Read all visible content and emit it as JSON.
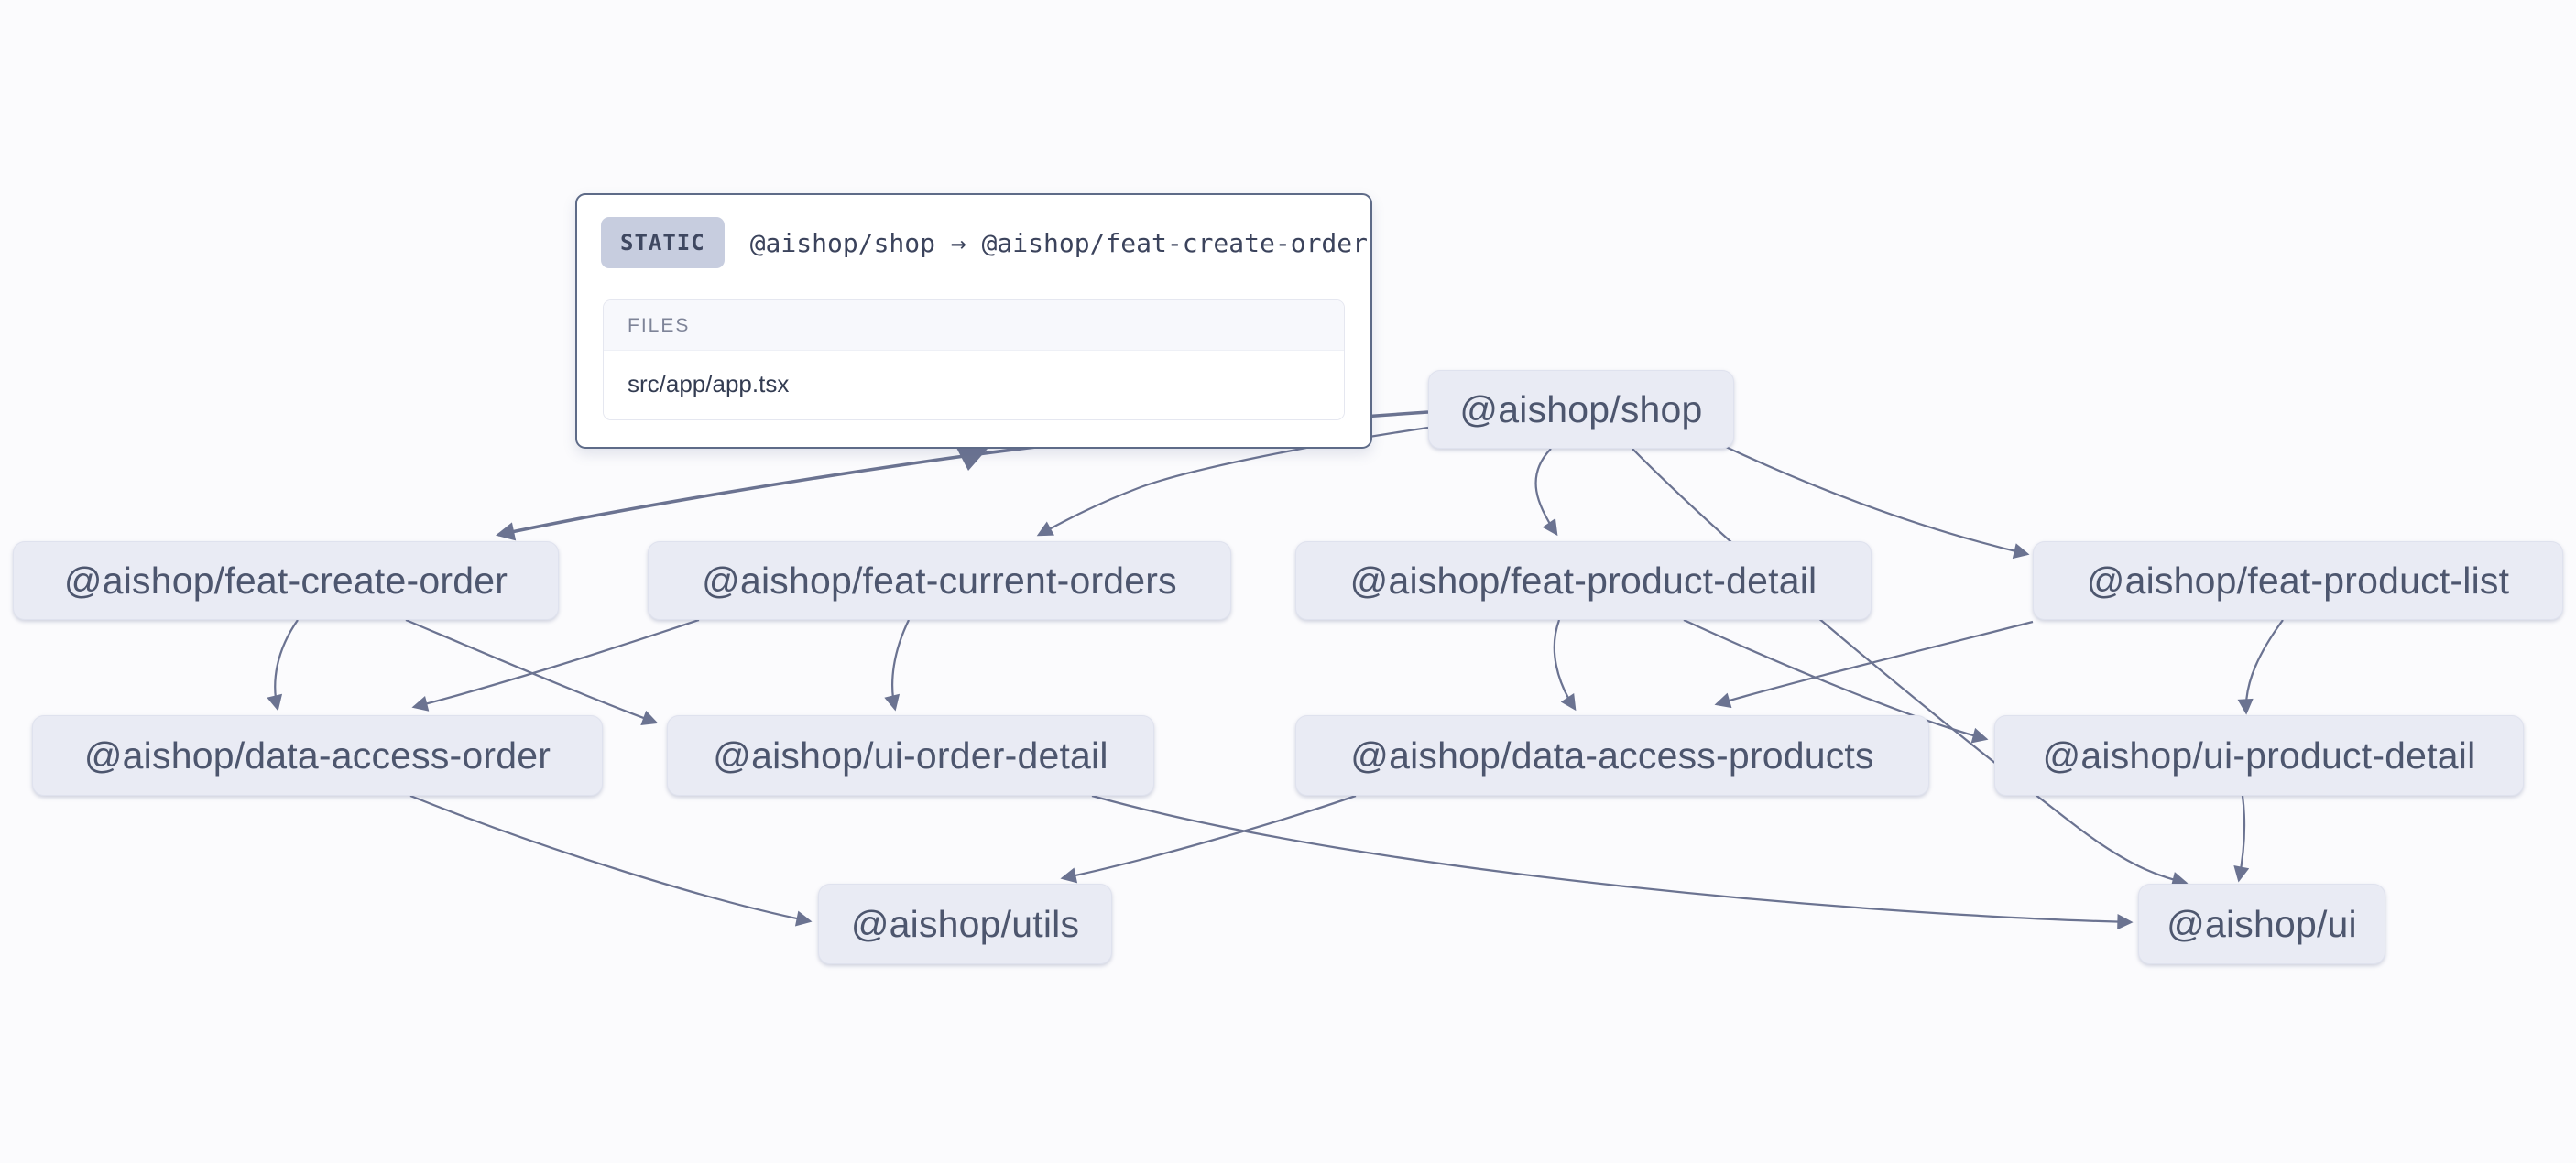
{
  "app": {
    "title": "project dependency graph"
  },
  "colors": {
    "background": "#fbfbfd",
    "edge": "#6b7391",
    "node_fill": "#e9ebf4",
    "node_text": "#4d566e",
    "badge_bg": "#c7cddf",
    "card_border": "#5e6b88"
  },
  "tooltip": {
    "badge": "STATIC",
    "relation": "@aishop/shop → @aishop/feat-create-order",
    "files_header": "FILES",
    "files": [
      "src/app/app.tsx"
    ]
  },
  "nodes": [
    {
      "id": "shop",
      "label": "@aishop/shop"
    },
    {
      "id": "feat-create-order",
      "label": "@aishop/feat-create-order"
    },
    {
      "id": "feat-current-orders",
      "label": "@aishop/feat-current-orders"
    },
    {
      "id": "feat-product-detail",
      "label": "@aishop/feat-product-detail"
    },
    {
      "id": "feat-product-list",
      "label": "@aishop/feat-product-list"
    },
    {
      "id": "data-access-order",
      "label": "@aishop/data-access-order"
    },
    {
      "id": "ui-order-detail",
      "label": "@aishop/ui-order-detail"
    },
    {
      "id": "data-access-products",
      "label": "@aishop/data-access-products"
    },
    {
      "id": "ui-product-detail",
      "label": "@aishop/ui-product-detail"
    },
    {
      "id": "utils",
      "label": "@aishop/utils"
    },
    {
      "id": "ui",
      "label": "@aishop/ui"
    }
  ],
  "edges": [
    {
      "source": "shop",
      "target": "feat-create-order",
      "type": "static",
      "highlighted": true
    },
    {
      "source": "shop",
      "target": "feat-current-orders"
    },
    {
      "source": "shop",
      "target": "feat-product-detail"
    },
    {
      "source": "shop",
      "target": "feat-product-list"
    },
    {
      "source": "shop",
      "target": "ui"
    },
    {
      "source": "feat-create-order",
      "target": "data-access-order"
    },
    {
      "source": "feat-create-order",
      "target": "ui-order-detail"
    },
    {
      "source": "feat-current-orders",
      "target": "data-access-order"
    },
    {
      "source": "feat-current-orders",
      "target": "ui-order-detail"
    },
    {
      "source": "feat-product-detail",
      "target": "data-access-products"
    },
    {
      "source": "feat-product-detail",
      "target": "ui-product-detail"
    },
    {
      "source": "feat-product-list",
      "target": "data-access-products"
    },
    {
      "source": "feat-product-list",
      "target": "ui-product-detail"
    },
    {
      "source": "data-access-order",
      "target": "utils"
    },
    {
      "source": "data-access-products",
      "target": "utils"
    },
    {
      "source": "ui-order-detail",
      "target": "ui"
    },
    {
      "source": "ui-product-detail",
      "target": "ui"
    }
  ]
}
